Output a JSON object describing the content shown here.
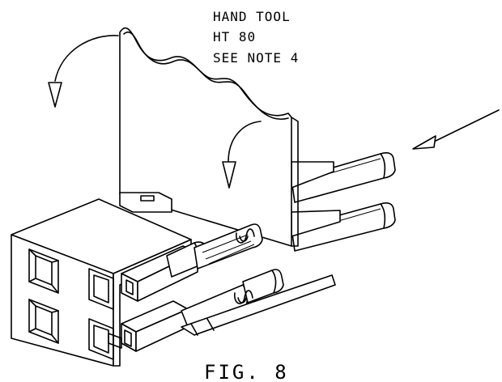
{
  "callout": {
    "line1": "HAND TOOL",
    "line2": "HT 80",
    "line3": "SEE NOTE 4"
  },
  "figure": {
    "label": "FIG. 8"
  },
  "icons": {
    "rotation_arrow_left": "curved-arrow-icon",
    "rotation_arrow_center": "curved-arrow-icon",
    "insertion_arrow": "straight-arrow-icon"
  }
}
